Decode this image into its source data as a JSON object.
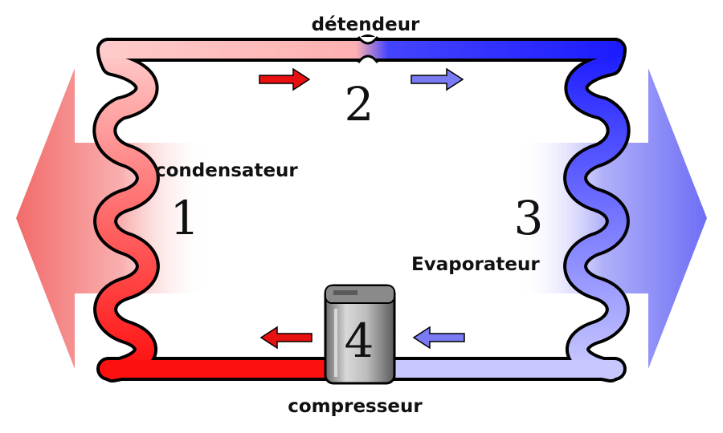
{
  "labels": {
    "expansion_valve": "détendeur",
    "condenser": "condensateur",
    "evaporator": "Evaporateur",
    "compressor": "compresseur"
  },
  "stage_numbers": {
    "condenser": "1",
    "expansion_valve": "2",
    "evaporator": "3",
    "compressor": "4"
  },
  "colors": {
    "hot_high": "#ff0000",
    "hot_light": "#ffcccc",
    "cold_high": "#1a1aff",
    "cold_light": "#c8c8ff",
    "heat_release_arrow": "#f26a6a",
    "heat_absorb_arrow": "#6e6ef5",
    "pipe_outline": "#000000",
    "compressor_body": "#9a9a9a"
  },
  "icons": {
    "flow_arrow_hot": "arrow-right-icon",
    "flow_arrow_cold": "arrow-right-icon",
    "compressor": "compressor-icon"
  }
}
